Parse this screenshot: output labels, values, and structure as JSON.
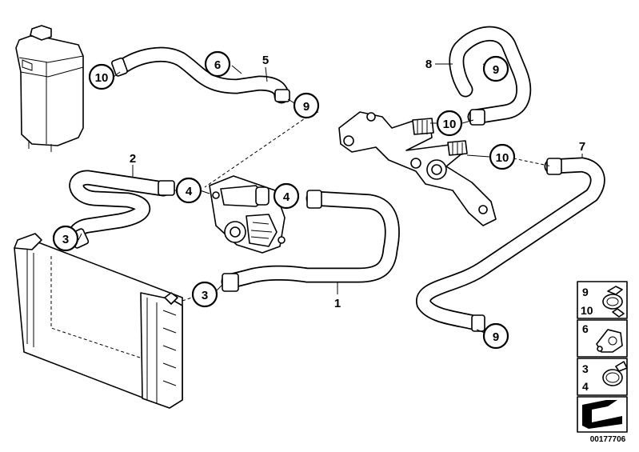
{
  "callouts": {
    "c10a": "10",
    "c6": "6",
    "c5": "5",
    "c9a": "9",
    "c8": "8",
    "c9b": "9",
    "c10b": "10",
    "c10c": "10",
    "c7": "7",
    "c2": "2",
    "c4a": "4",
    "c4b": "4",
    "c3a": "3",
    "c3b": "3",
    "c1": "1",
    "c9c": "9"
  },
  "legend": {
    "box1_top": "9",
    "box1_bottom": "10",
    "box2": "6",
    "box3_top": "3",
    "box3_bottom": "4"
  },
  "diagram_code": "00177706"
}
